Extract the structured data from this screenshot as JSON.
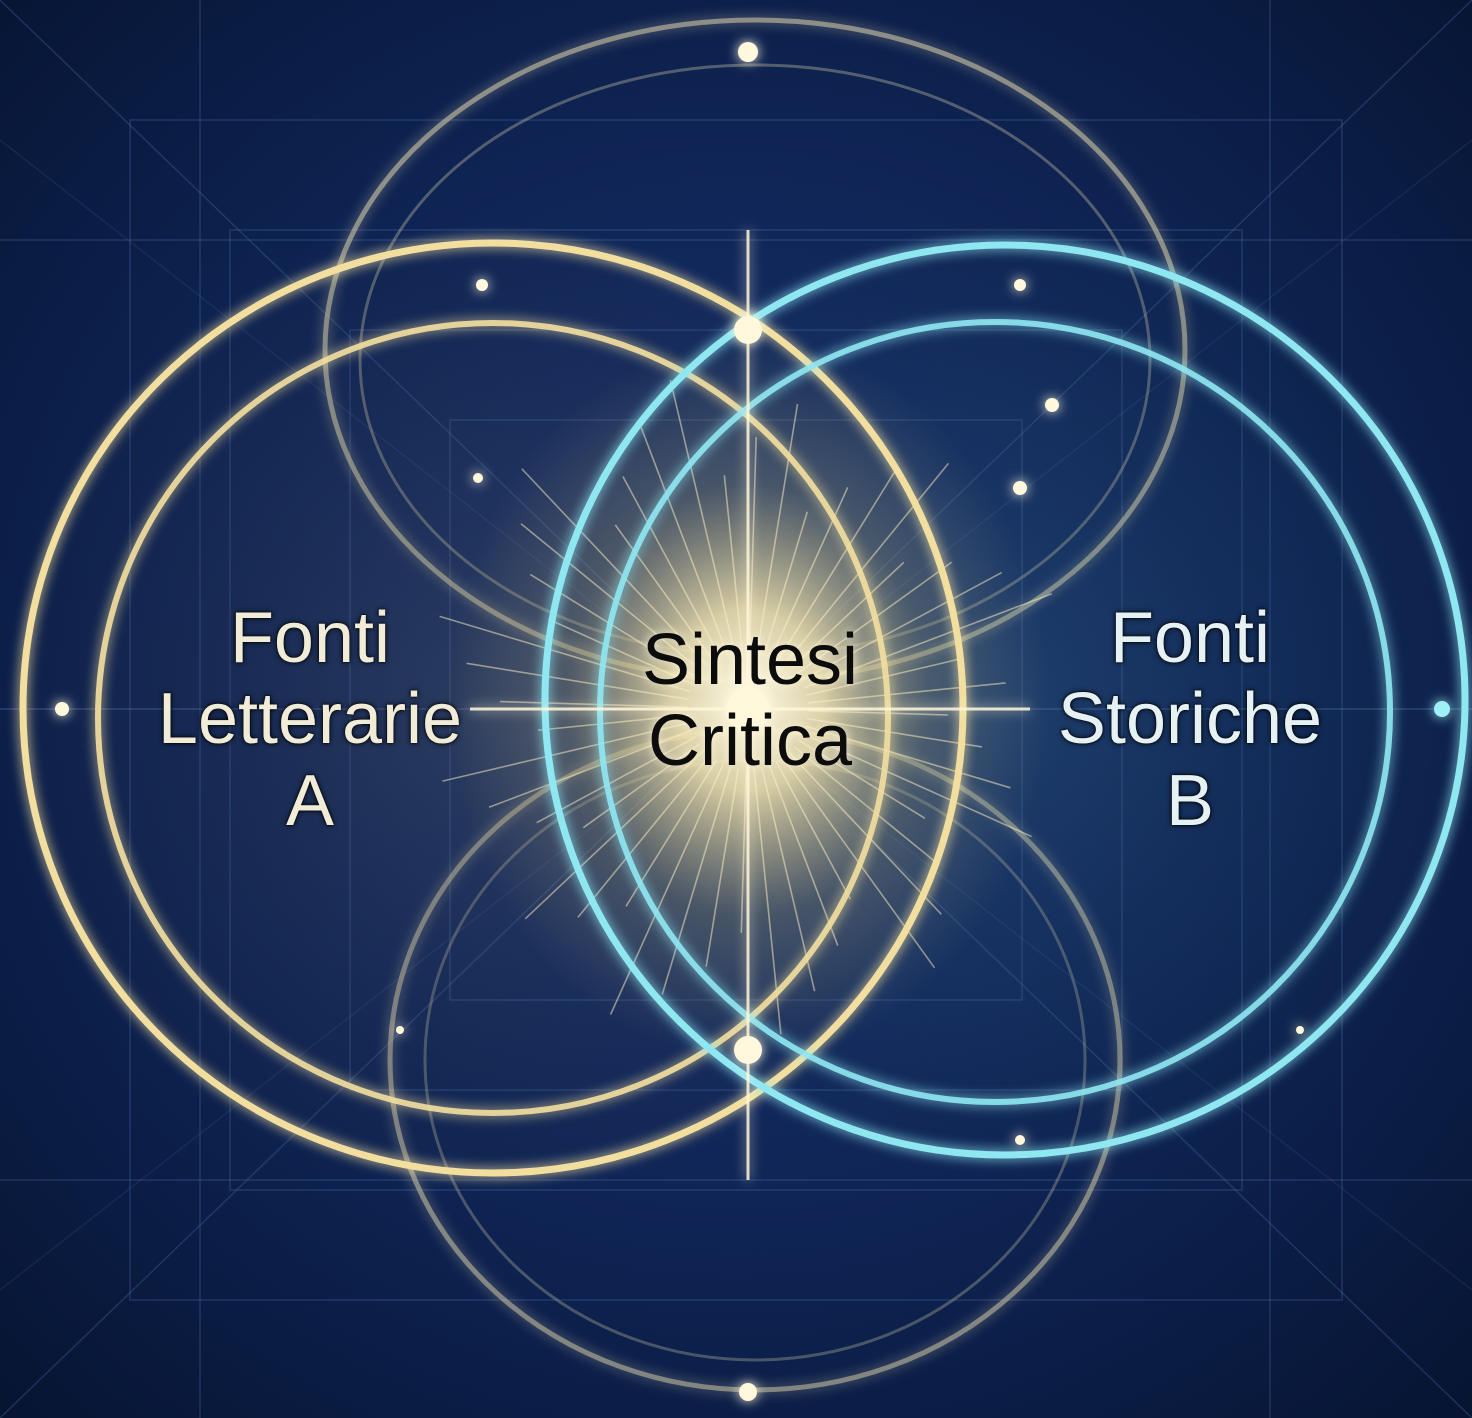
{
  "diagram": {
    "left_set": {
      "lines": [
        "Fonti",
        "Letterarie",
        "A"
      ],
      "color": "#f2dfa0"
    },
    "right_set": {
      "lines": [
        "Fonti",
        "Storiche",
        "B"
      ],
      "color": "#8fe7f2"
    },
    "intersection": {
      "lines": [
        "Sintesi",
        "Critica"
      ],
      "color": "#fff4c8"
    },
    "background_color": "#0b1d47",
    "decorative_ring_color": "#d9cfaa"
  }
}
